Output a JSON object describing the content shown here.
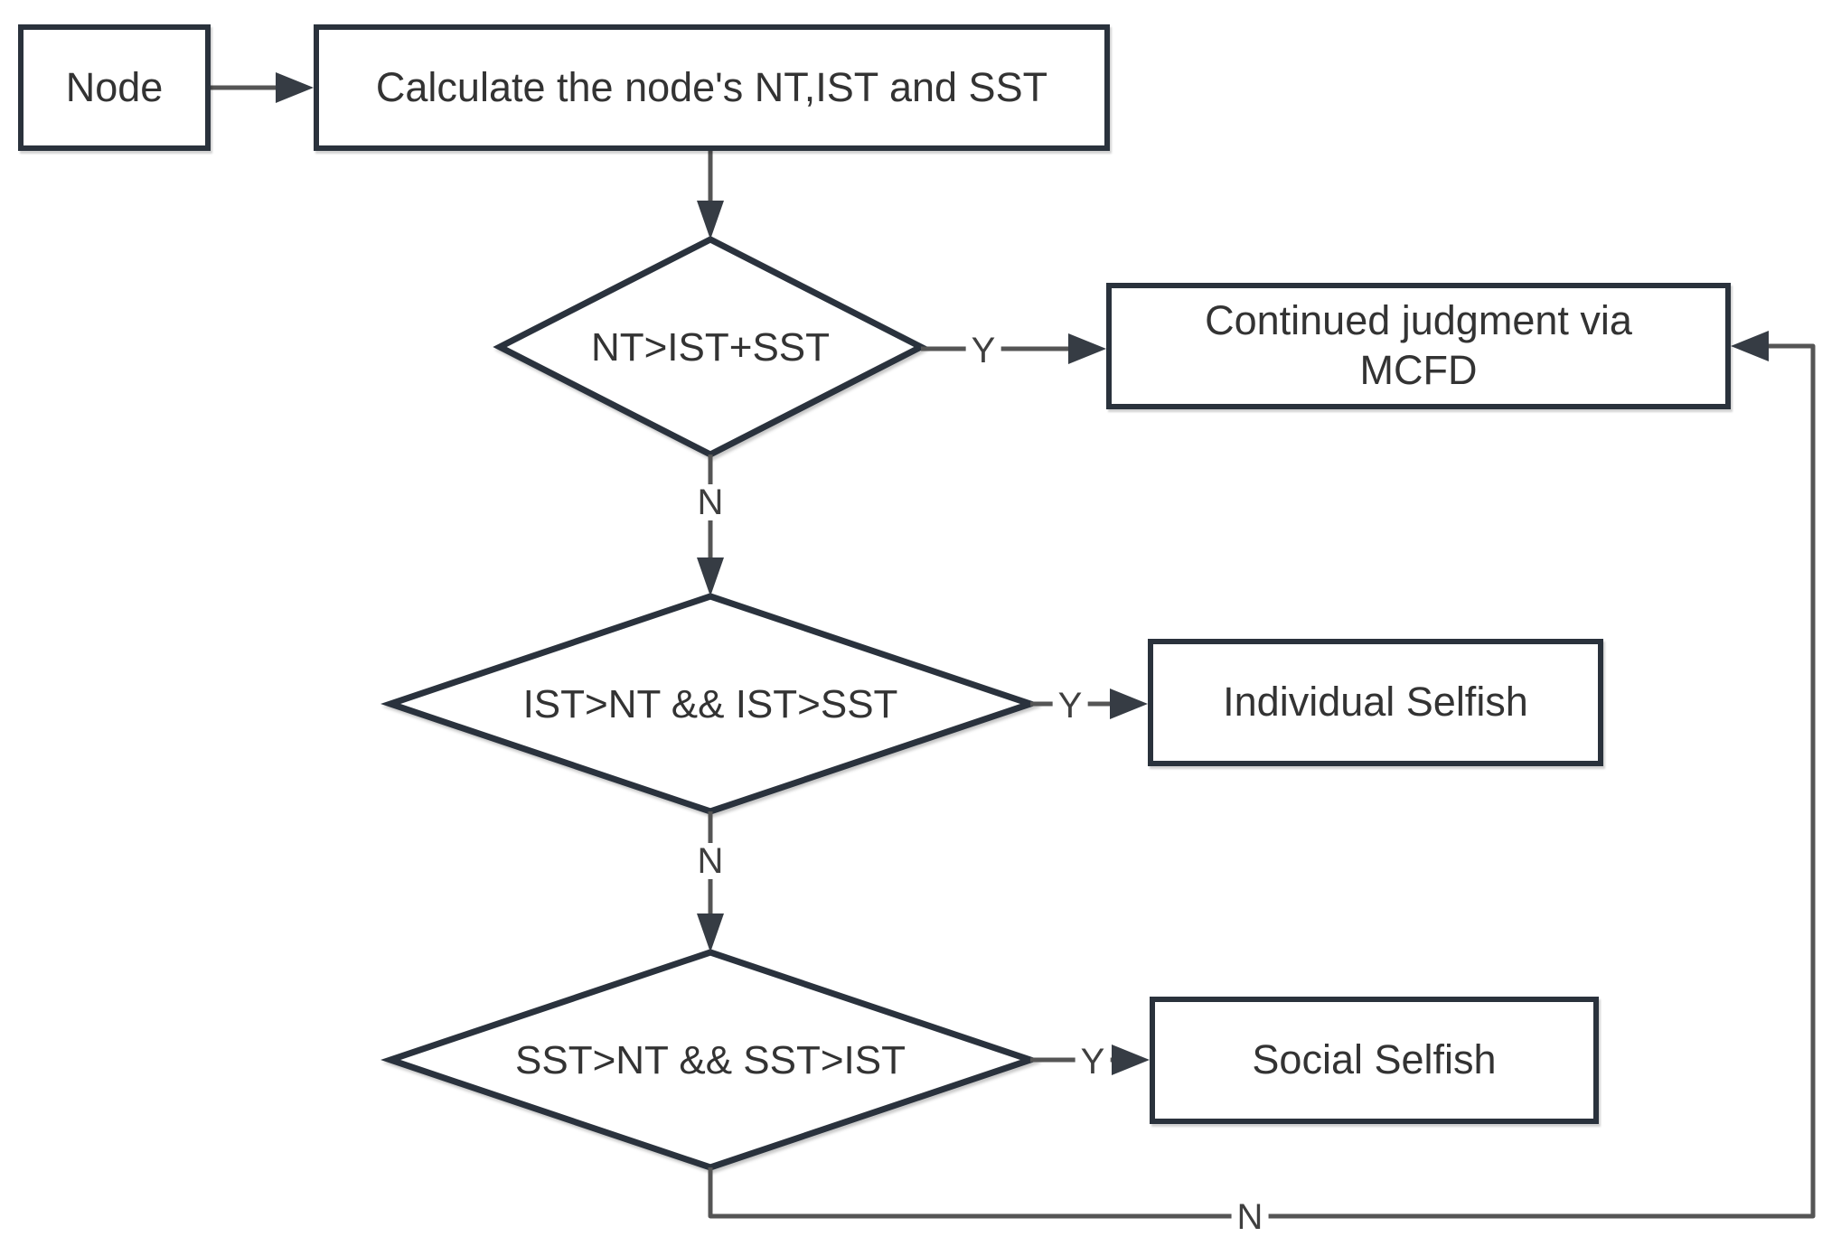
{
  "figure": {
    "type": "flowchart",
    "background": "#ffffff"
  },
  "colors": {
    "shape_border": "#2a323c",
    "connector_line": "#555555",
    "arrowhead": "#363c44",
    "text": "#333333"
  },
  "nodes": {
    "start": {
      "label": "Node"
    },
    "calc": {
      "label": "Calculate the node's NT,IST and SST"
    },
    "decision1": {
      "label": "NT>IST+SST"
    },
    "mcfd": {
      "label": "Continued judgment via\nMCFD"
    },
    "decision2": {
      "label": "IST>NT && IST>SST"
    },
    "individual": {
      "label": "Individual Selfish"
    },
    "decision3": {
      "label": "SST>NT && SST>IST"
    },
    "social": {
      "label": "Social Selfish"
    }
  },
  "edges": {
    "d1_yes": "Y",
    "d1_no": "N",
    "d2_yes": "Y",
    "d2_no": "N",
    "d3_yes": "Y",
    "d3_no": "N"
  }
}
